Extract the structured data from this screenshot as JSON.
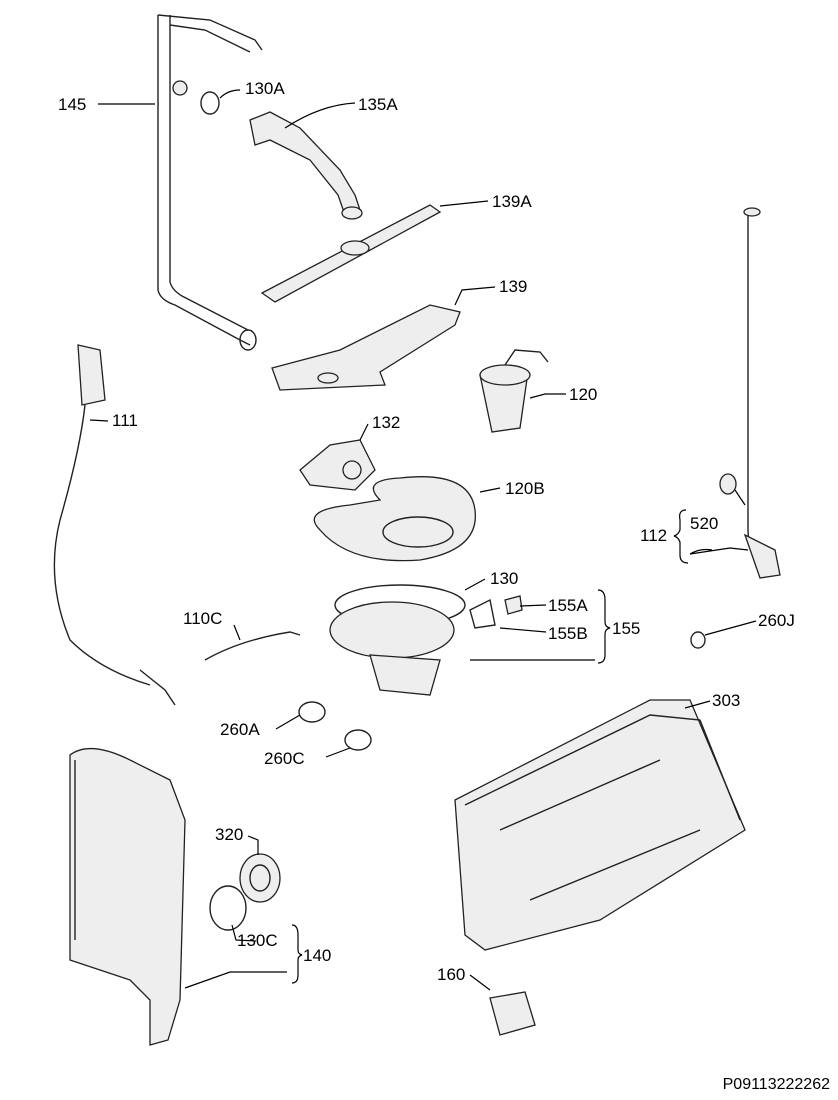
{
  "labels": {
    "p145": "145",
    "p130A": "130A",
    "p135A": "135A",
    "p139A": "139A",
    "p139": "139",
    "p120": "120",
    "p111": "111",
    "p132": "132",
    "p120B": "120B",
    "p112": "112",
    "p520": "520",
    "p130": "130",
    "p110C": "110C",
    "p155A": "155A",
    "p155B": "155B",
    "p155": "155",
    "p260J": "260J",
    "p303": "303",
    "p260A": "260A",
    "p260C": "260C",
    "p320": "320",
    "p130C": "130C",
    "p140": "140",
    "p160": "160"
  },
  "diagram_code": "P09113222262"
}
